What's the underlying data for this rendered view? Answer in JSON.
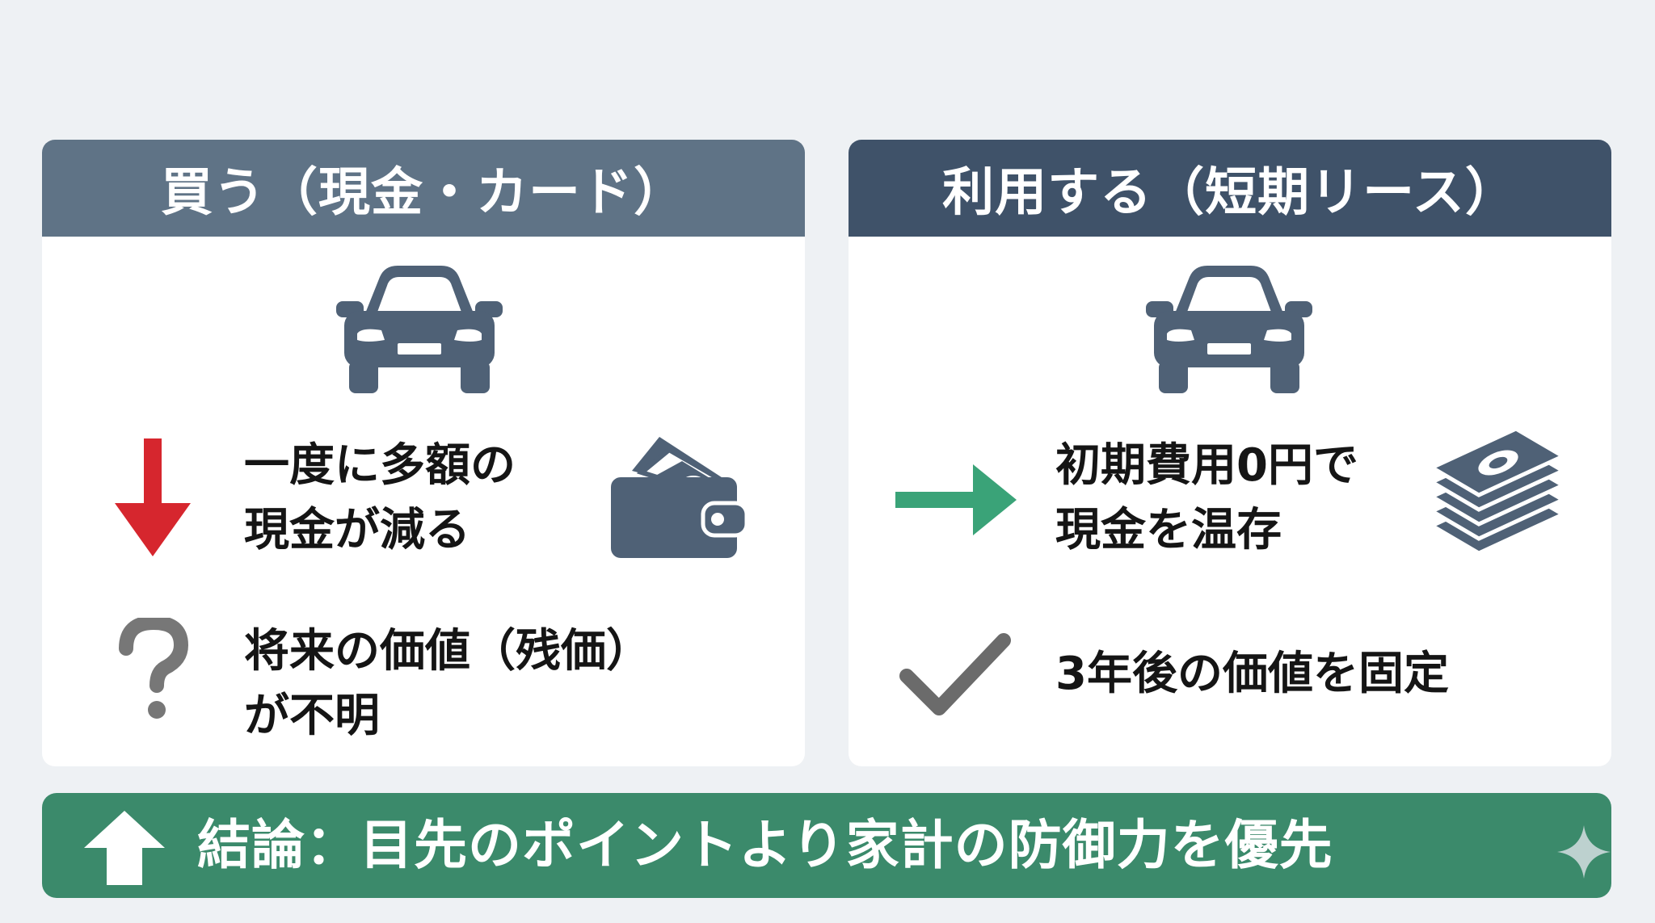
{
  "left_panel": {
    "title": "買う（現金・カード）",
    "row1_text": [
      "一度に多額の",
      "現金が減る"
    ],
    "row2_text": [
      "将来の価値（残価）",
      "が不明"
    ],
    "icons": [
      "car-icon",
      "down-arrow-icon",
      "wallet-icon",
      "question-mark-icon"
    ]
  },
  "right_panel": {
    "title": "利用する（短期リース）",
    "row1_text": [
      "初期費用0円で",
      "現金を温存"
    ],
    "row2_text": [
      "3年後の価値を固定"
    ],
    "icons": [
      "car-icon",
      "right-arrow-icon",
      "cash-stack-icon",
      "check-icon"
    ]
  },
  "conclusion": {
    "text": "結論：目先のポイントより家計の防御力を優先",
    "icon": "up-arrow-icon"
  },
  "colors": {
    "background": "#eef1f4",
    "left_header": "#5f7386",
    "right_header": "#3f5269",
    "icon_slate": "#4f6176",
    "down_arrow": "#d6262e",
    "right_arrow": "#3aa378",
    "question_mark": "#777777",
    "check_mark": "#6b6b6b",
    "conclusion_bg": "#3b8a6b"
  }
}
